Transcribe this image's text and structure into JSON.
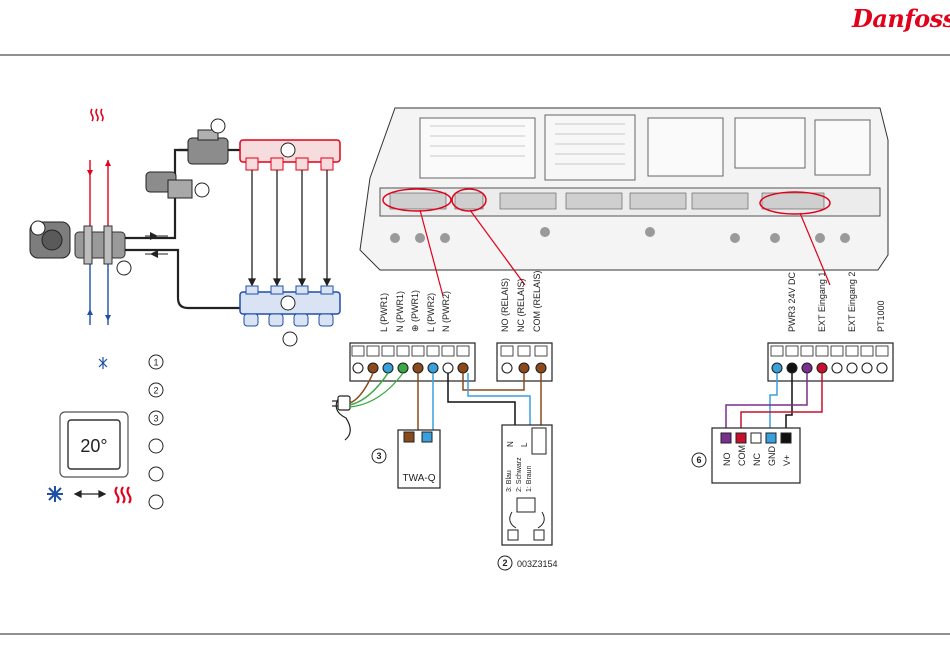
{
  "brand": {
    "name": "Danfoss",
    "color": "#e2001a"
  },
  "colors": {
    "hot": "#e2001a",
    "cold": "#1f4fa8",
    "brown": "#8b4a1c",
    "blue": "#3aa0dc",
    "green": "#3aa844",
    "purple": "#7a2e8e",
    "red": "#c8102e",
    "black": "#111111"
  },
  "callouts": {
    "c1": "1",
    "c2": "2",
    "c3": "3",
    "c6": "6"
  },
  "legend": {
    "temp_display": "20°",
    "items": [
      "1",
      "2",
      "3",
      "",
      "",
      ""
    ]
  },
  "terminals": {
    "left_block": [
      "L (PWR1)",
      "N (PWR1)",
      "⊕ (PWR1)",
      "L (PWR2)",
      "N (PWR2)"
    ],
    "relay_block": [
      "NO (RELAIS)",
      "NC (RELAIS)",
      "COM (RELAIS)"
    ],
    "right_block": [
      "PWR3 24V DC",
      "EXT Eingang 1",
      "EXT Eingang 2",
      "PT1000"
    ]
  },
  "twa": {
    "label": "TWA-Q"
  },
  "relay_device": {
    "terminals": [
      "N",
      "L"
    ],
    "wires": [
      "3: Blau",
      "2: Schwarz",
      "1: Braun"
    ],
    "part_number": "003Z3154"
  },
  "ext_device": {
    "terminals": [
      "NO",
      "COM",
      "NC",
      "GND",
      "V+"
    ]
  }
}
